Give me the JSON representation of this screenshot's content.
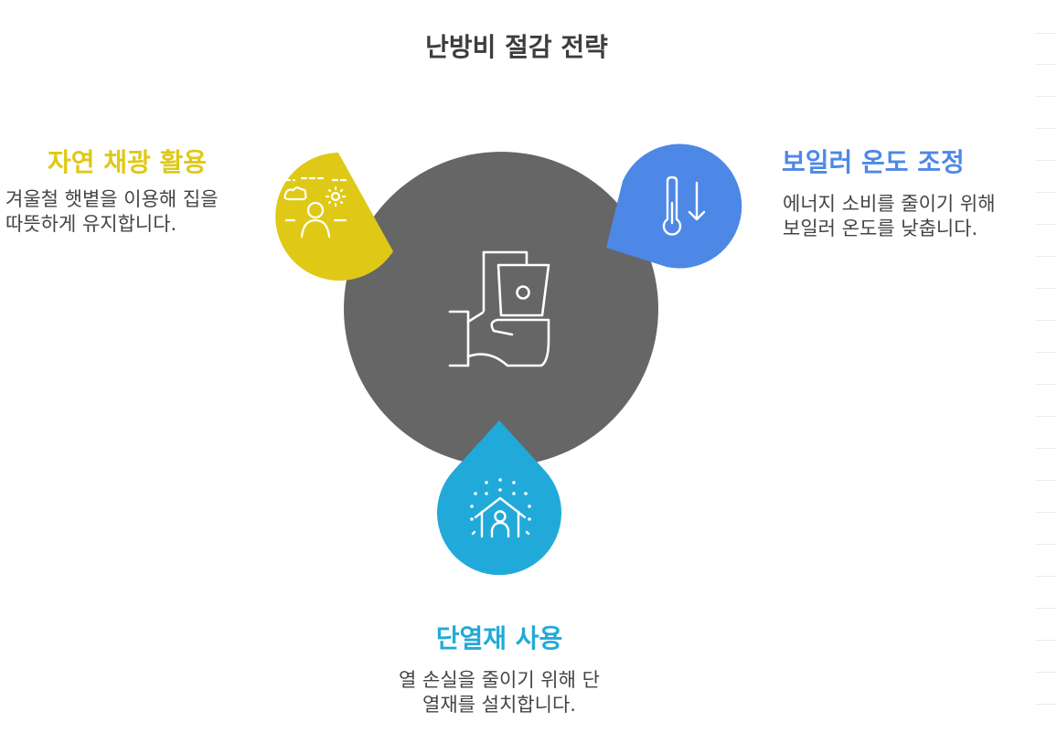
{
  "title": "난방비 절감 전략",
  "center": {
    "color": "#666666",
    "icon": "hand-holding-money-icon"
  },
  "items": [
    {
      "id": "natural-light",
      "heading": "자연 채광 활용",
      "description": "겨울철 햇볕을 이용해 집을 따뜻하게 유지합니다.",
      "color": "#dfc916",
      "icon": "person-sun-cloud-icon"
    },
    {
      "id": "boiler-temp",
      "heading": "보일러 온도 조정",
      "description": "에너지 소비를 줄이기 위해 보일러 온도를 낮춥니다.",
      "color": "#4e88e6",
      "icon": "thermometer-down-icon"
    },
    {
      "id": "insulation",
      "heading": "단열재 사용",
      "description": "열 손실을 줄이기 위해 단열재를 설치합니다.",
      "color": "#21aad9",
      "icon": "insulated-house-icon"
    }
  ]
}
